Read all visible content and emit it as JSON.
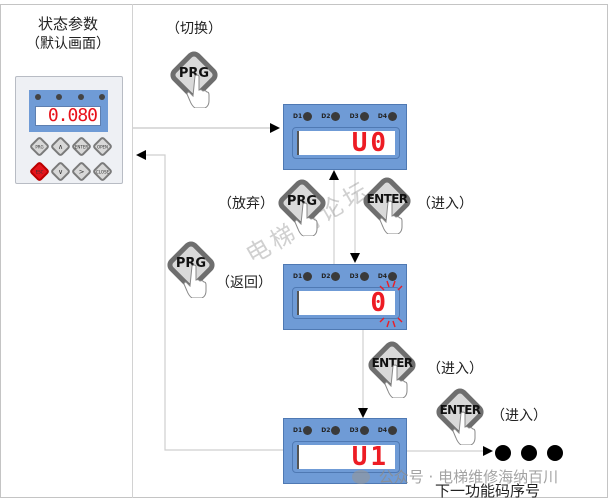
{
  "left_column": {
    "title_line1": "状态参数",
    "title_line2": "（默认画面）",
    "keypad": {
      "display_value": "0.080",
      "keys_row1": [
        "PRG",
        "∧",
        "ENTER",
        "OPEN"
      ],
      "keys_row2": [
        "ESC",
        "∨",
        ">",
        "CLOSE"
      ]
    }
  },
  "labels": {
    "switch": "（切换）",
    "abandon": "（放弃）",
    "enter1": "（进入）",
    "return": "（返回）",
    "enter2": "（进入）",
    "enter3": "（进入）",
    "next_code": "下一功能码序号"
  },
  "buttons": {
    "prg": "PRG",
    "enter": "ENTER"
  },
  "panels": [
    {
      "leds": [
        "D1",
        "D2",
        "D3",
        "D4"
      ],
      "display": "U0",
      "blinking": false
    },
    {
      "leds": [
        "D1",
        "D2",
        "D3",
        "D4"
      ],
      "display": "0",
      "blinking": true
    },
    {
      "leds": [
        "D1",
        "D2",
        "D3",
        "D4"
      ],
      "display": "U1",
      "blinking": false
    }
  ],
  "watermark": "电梯阁论坛",
  "footer_watermark": "公众号 · 电梯维修海纳百川",
  "colors": {
    "panel_blue": "#6f9bd6",
    "segment_red": "#ed1c24",
    "key_gray": "#d9d9d9"
  }
}
